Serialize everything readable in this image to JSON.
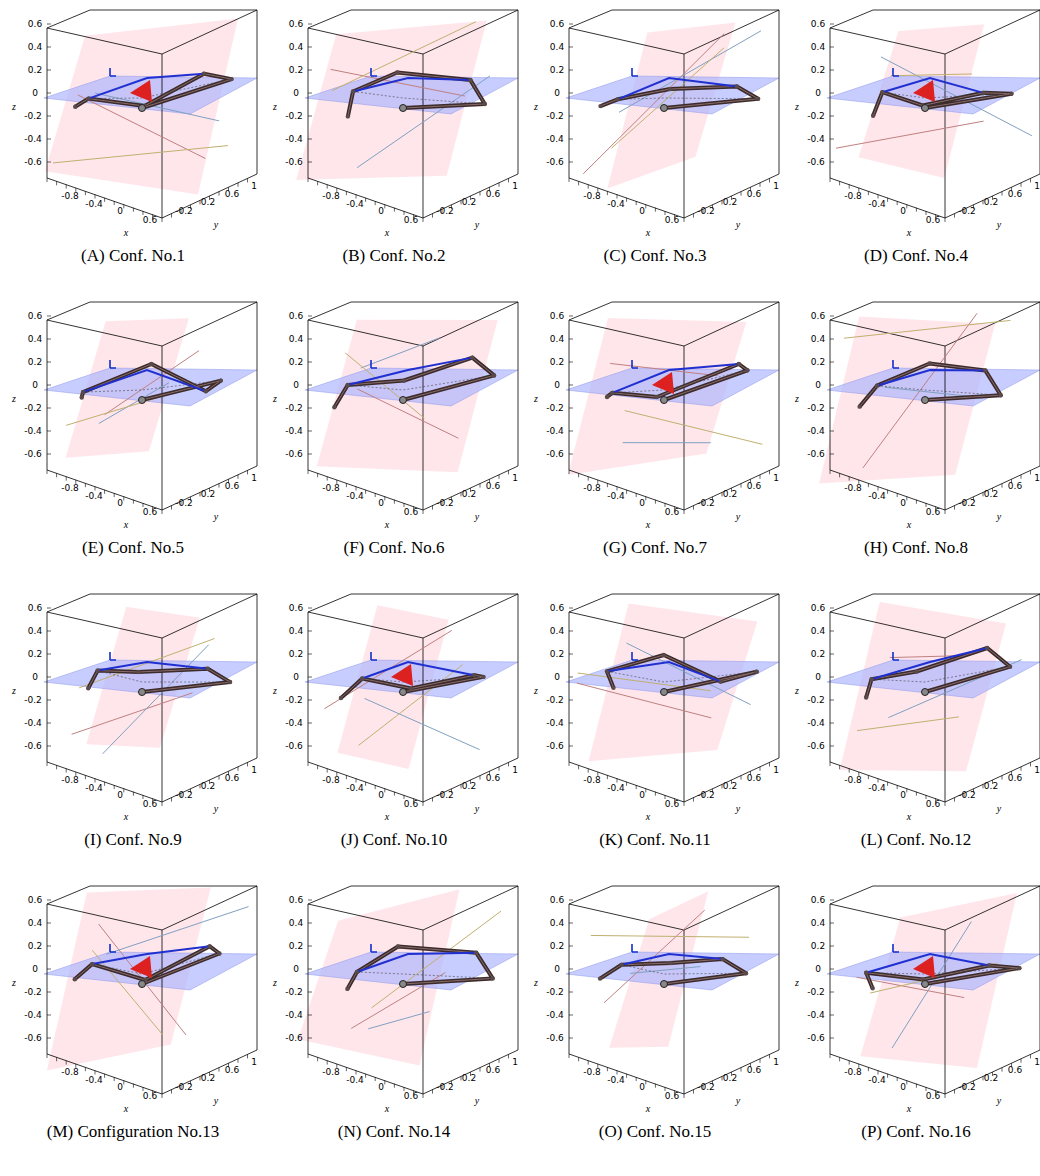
{
  "diagram": {
    "labels": [
      "0.6",
      "0.4",
      "0.2",
      "0",
      "-0.2",
      "-0.4",
      "-0.6",
      "z",
      "-0.8",
      "-0.4",
      "0",
      "0.6",
      "x",
      "-0.2",
      "0.2",
      "0.6",
      "1",
      "y",
      "(A) Conf. No.1",
      "0.6",
      "0.4",
      "0.2",
      "0",
      "-0.2",
      "-0.4",
      "-0.6",
      "z",
      "-0.8",
      "-0.4",
      "0",
      "0.6",
      "x",
      "-0.2",
      "0.2",
      "0.6",
      "1",
      "y",
      "(B) Conf. No.2",
      "0.6",
      "0.4",
      "0.2",
      "0",
      "-0.2",
      "-0.4",
      "-0.6",
      "z",
      "-0.8",
      "-0.4",
      "0",
      "0.6",
      "x",
      "-0.2",
      "0.2",
      "0.6",
      "1",
      "y",
      "(C) Conf. No.3",
      "0.6",
      "0.4",
      "0.2",
      "0",
      "-0.2",
      "-0.4",
      "-0.6",
      "z",
      "-0.8",
      "-0.4",
      "0",
      "0.6",
      "x",
      "-0.2",
      "0.2",
      "0.6",
      "1",
      "y",
      "(D) Conf. No.4",
      "0.6",
      "0.4",
      "0.2",
      "0",
      "-0.2",
      "-0.4",
      "-0.6",
      "z",
      "-0.8",
      "-0.4",
      "0",
      "0.6",
      "x",
      "-0.2",
      "0.2",
      "0.6",
      "1",
      "y",
      "(E) Conf. No.5",
      "0.6",
      "0.4",
      "0.2",
      "0",
      "-0.2",
      "-0.4",
      "-0.6",
      "z",
      "-0.8",
      "-0.4",
      "0",
      "0.6",
      "x",
      "-0.2",
      "0.2",
      "0.6",
      "1",
      "y",
      "(F) Conf. No.6",
      "0.6",
      "0.4",
      "0.2",
      "0",
      "-0.2",
      "-0.4",
      "-0.6",
      "z",
      "-0.8",
      "-0.4",
      "0",
      "0.6",
      "x",
      "-0.2",
      "0.2",
      "0.6",
      "1",
      "y",
      "(G) Conf. No.7",
      "0.6",
      "0.4",
      "0.2",
      "0",
      "-0.2",
      "-0.4",
      "-0.6",
      "z",
      "-0.8",
      "-0.4",
      "0",
      "0.6",
      "x",
      "-0.2",
      "0.2",
      "0.6",
      "1",
      "y",
      "(H) Conf. No.8",
      "0.6",
      "0.4",
      "0.2",
      "0",
      "-0.2",
      "-0.4",
      "-0.6",
      "z",
      "-0.8",
      "-0.4",
      "0",
      "0.6",
      "x",
      "-0.2",
      "0.2",
      "0.6",
      "1",
      "y",
      "(I) Conf. No.9",
      "0.6",
      "0.4",
      "0.2",
      "0",
      "-0.2",
      "-0.4",
      "-0.6",
      "z",
      "-0.8",
      "-0.4",
      "0",
      "0.6",
      "x",
      "-0.2",
      "0.2",
      "0.6",
      "1",
      "y",
      "(J) Conf. No.10",
      "0.6",
      "0.4",
      "0.2",
      "0",
      "-0.2",
      "-0.4",
      "-0.6",
      "z",
      "-0.8",
      "-0.4",
      "0",
      "0.6",
      "x",
      "-0.2",
      "0.2",
      "0.6",
      "1",
      "y",
      "(K) Conf. No.11",
      "0.6",
      "0.4",
      "0.2",
      "0",
      "-0.2",
      "-0.4",
      "-0.6",
      "z",
      "-0.8",
      "-0.4",
      "0",
      "0.6",
      "x",
      "-0.2",
      "0.2",
      "0.6",
      "1",
      "y",
      "(L) Conf. No.12",
      "0.6",
      "0.4",
      "0.2",
      "0",
      "-0.2",
      "-0.4",
      "-0.6",
      "z",
      "-0.8",
      "-0.4",
      "0",
      "0.6",
      "x",
      "-0.2",
      "0.2",
      "0.6",
      "1",
      "y",
      "(M) Configuration No.13",
      "0.6",
      "0.4",
      "0.2",
      "0",
      "-0.2",
      "-0.4",
      "-0.6",
      "z",
      "-0.8",
      "-0.4",
      "0",
      "0.6",
      "x",
      "-0.2",
      "0.2",
      "0.6",
      "1",
      "y",
      "(N) Conf. No.14",
      "0.6",
      "0.4",
      "0.2",
      "0",
      "-0.2",
      "-0.4",
      "-0.6",
      "z",
      "-0.8",
      "-0.4",
      "0",
      "0.6",
      "x",
      "-0.2",
      "0.2",
      "0.6",
      "1",
      "y",
      "(O) Conf. No.15",
      "0.6",
      "0.4",
      "0.2",
      "0",
      "-0.2",
      "-0.4",
      "-0.6",
      "z",
      "-0.8",
      "-0.4",
      "0",
      "0.6",
      "x",
      "-0.2",
      "0.2",
      "0.6",
      "1",
      "y",
      "(P) Conf. No.16"
    ]
  }
}
